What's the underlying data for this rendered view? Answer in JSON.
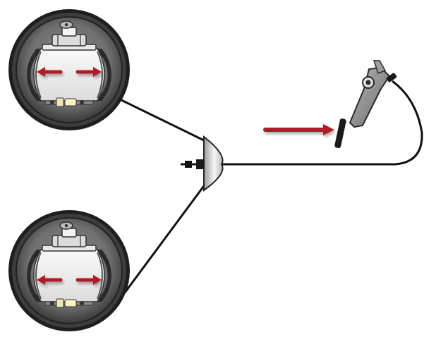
{
  "colors": {
    "background": "#ffffff",
    "cable": "#111111",
    "arrow": "#b01e25",
    "drum_outer": "#2a2a2a",
    "drum_face": "#7a7a7a",
    "shoe": "#f2f2f2",
    "pedal": "#8a8a8a"
  },
  "parts": {
    "upper_drum": "drum-brake-assembly",
    "lower_drum": "drum-brake-assembly",
    "equalizer": "cable-equalizer",
    "pedal": "parking-brake-pedal"
  },
  "arrows": {
    "push_direction": "right",
    "shoe_motion": "outward"
  }
}
